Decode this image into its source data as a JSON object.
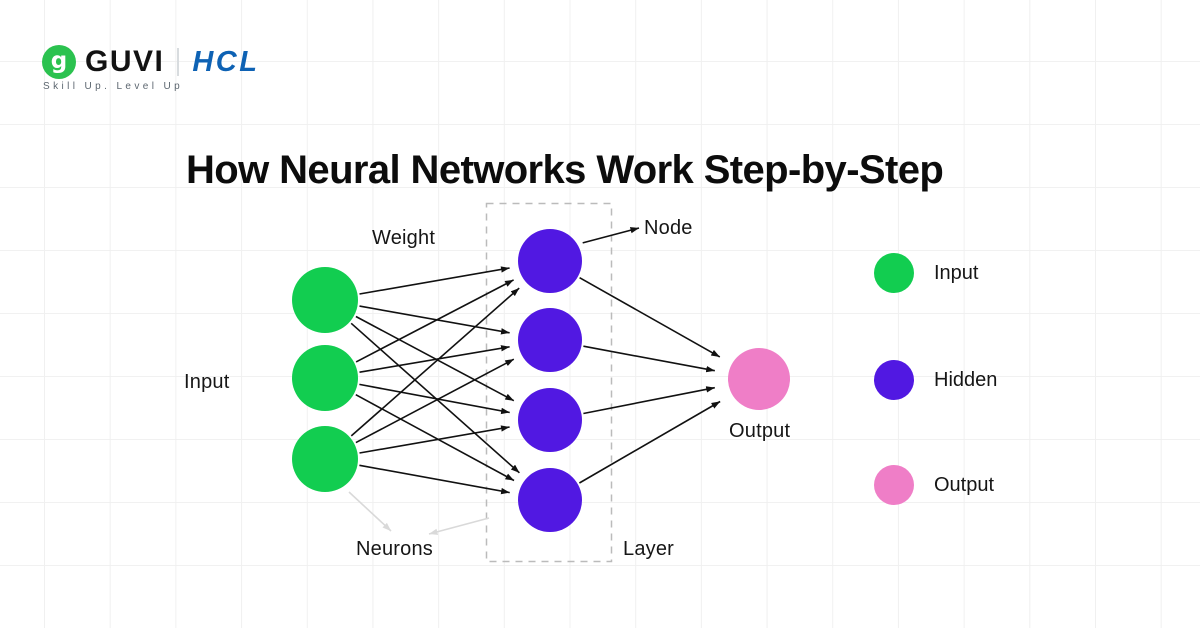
{
  "brand": {
    "guvi": "GUVI",
    "hcl": "HCL",
    "tagline": "Skill Up. Level Up",
    "logo_glyph": "g",
    "guvi_green": "#2bc24f",
    "hcl_blue": "#0e62b4"
  },
  "title": "How Neural Networks Work Step-by-Step",
  "diagram": {
    "network": {
      "input_nodes": 3,
      "hidden_nodes": 4,
      "output_nodes": 1
    },
    "labels": {
      "input": "Input",
      "weight": "Weight",
      "node": "Node",
      "neurons": "Neurons",
      "layer": "Layer",
      "output": "Output"
    },
    "colors": {
      "input_node": "#12cd50",
      "hidden_node": "#5118e2",
      "output_node": "#ef7ec7",
      "connection": "#111111",
      "annotation": "#d9d9d9",
      "layer_box": "#bbbbbb"
    }
  },
  "legend": {
    "items": [
      {
        "label": "Input",
        "color": "#12cd50"
      },
      {
        "label": "Hidden",
        "color": "#5118e2"
      },
      {
        "label": "Output",
        "color": "#ef7ec7"
      }
    ]
  }
}
